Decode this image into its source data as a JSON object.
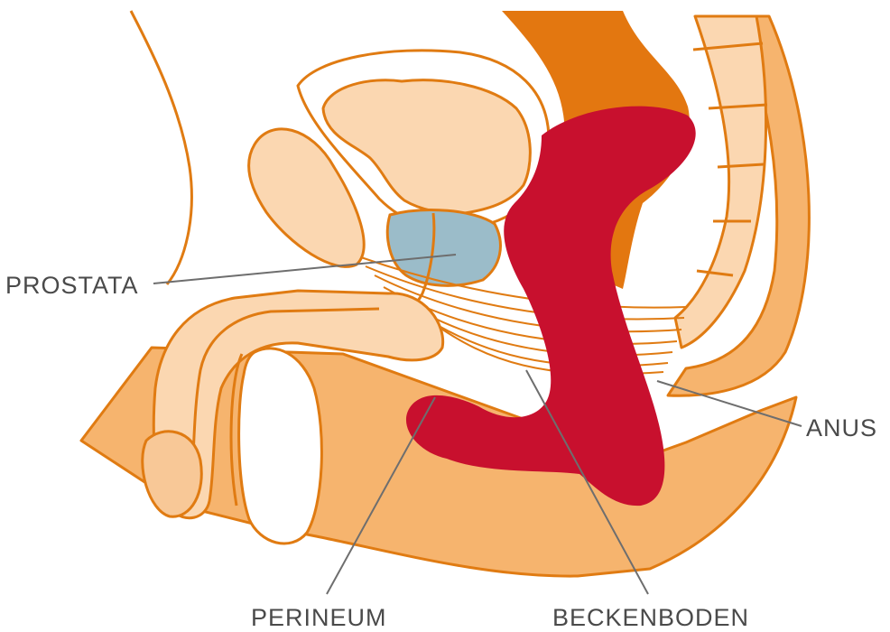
{
  "labels": {
    "prostata": "PROSTATA",
    "anus": "ANUS",
    "perineum": "PERINEUM",
    "beckenboden": "BECKENBODEN"
  },
  "colors": {
    "outline": "#e07b12",
    "skin_light": "#fbd7b1",
    "skin_mid": "#f6b46e",
    "rectum": "#e37710",
    "prostate": "#9bbcc9",
    "device": "#c8102e",
    "leader": "#6e6e6e",
    "label_text": "#4a4a4a"
  }
}
